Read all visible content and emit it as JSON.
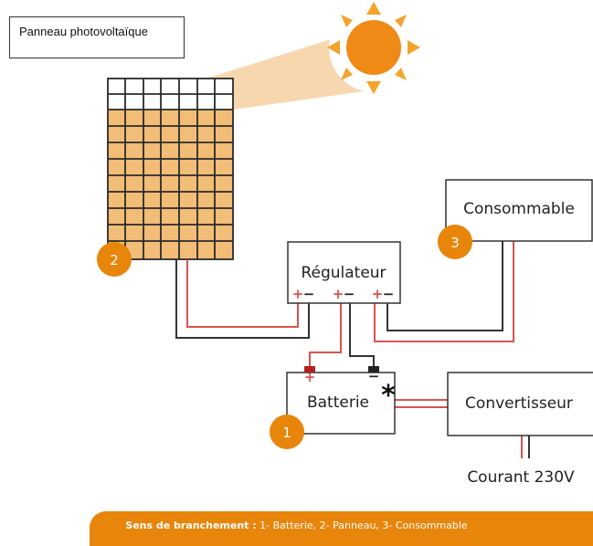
{
  "panel_label": "Panneau photovoltaïque",
  "components": {
    "consommable": "Consommable",
    "regulateur": "Régulateur",
    "batterie": "Batterie",
    "convertisseur": "Convertisseur",
    "courant": "Courant 230V"
  },
  "numbers": {
    "batterie": "1",
    "panneau": "2",
    "consommable": "3"
  },
  "asterisk": "*",
  "signs": {
    "plus": "+",
    "minus": "−"
  },
  "banner": {
    "prefix": "Sens de branchement :",
    "text": " 1- Batterie, 2- Panneau, 3- Consommable"
  },
  "colors": {
    "orange": "#e8850b",
    "panel_fill": "#f2bd77",
    "beam": "#f7d7ae",
    "wire_red": "#d9534f",
    "wire_dark": "#333333"
  }
}
